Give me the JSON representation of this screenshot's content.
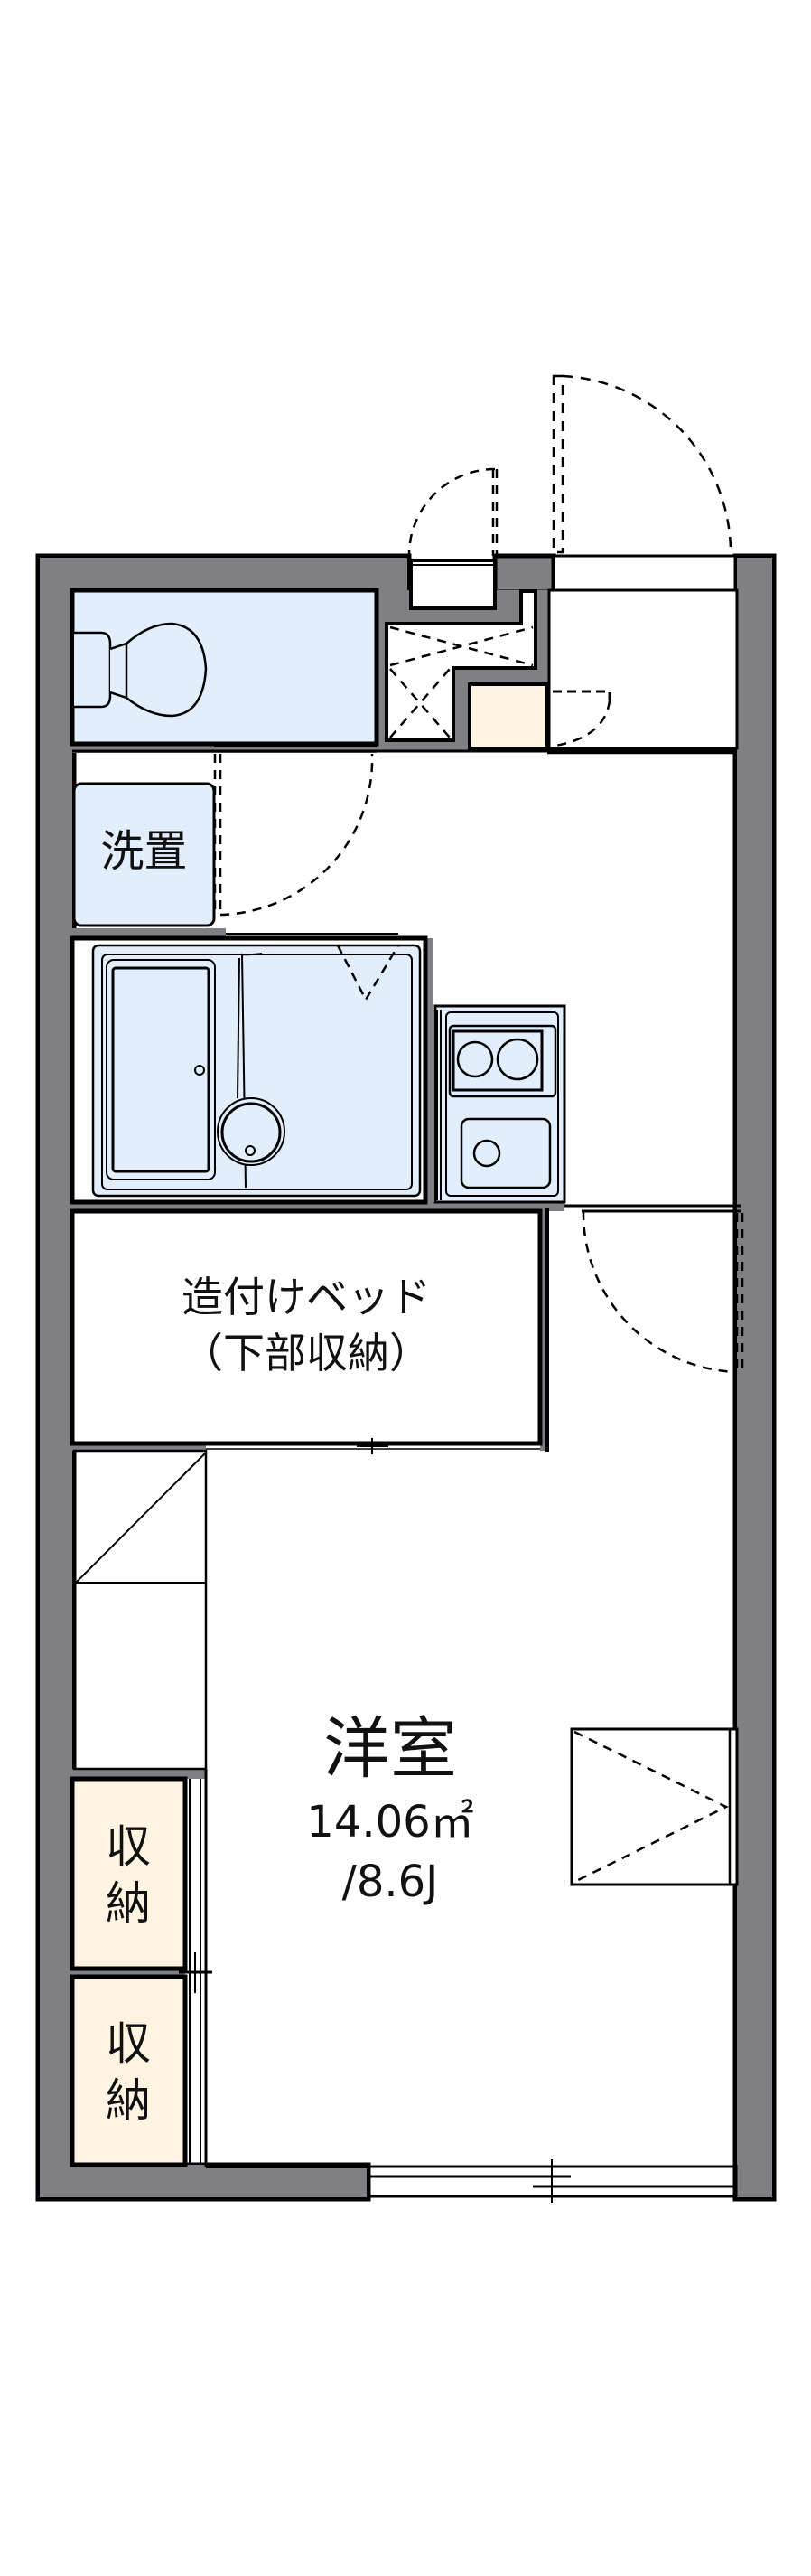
{
  "floor_plan": {
    "colors": {
      "wall": "#808084",
      "outline": "#000000",
      "wet_area": "#e3eefc",
      "storage": "#fff4e2",
      "floor": "#ffffff"
    },
    "rooms": {
      "washroom": {
        "label": "洗置"
      },
      "built_in_bed": {
        "label_line1": "造付けベッド",
        "label_line2": "（下部収納）"
      },
      "western_room": {
        "label": "洋室",
        "area": "14.06㎡",
        "size": "/8.6J"
      },
      "storage_1": {
        "label": "収納"
      },
      "storage_2": {
        "label": "収納"
      }
    },
    "fixtures": [
      "toilet",
      "unit-bath",
      "kitchen-2-burner-stove",
      "kitchen-sink",
      "shoe-cabinet",
      "pipe-shaft",
      "meter-box",
      "loft-ladder",
      "window",
      "entrance-door"
    ]
  }
}
